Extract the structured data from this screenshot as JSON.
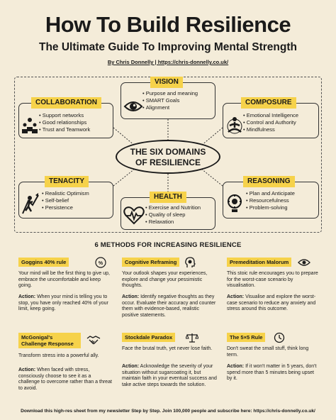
{
  "header": {
    "title": "How To Build Resilience",
    "subtitle": "The Ultimate Guide To Improving Mental Strength",
    "byline": "By Chris Donnelly | https://chris-donnelly.co.uk/"
  },
  "center": {
    "line1": "THE SIX DOMAINS",
    "line2": "OF RESILIENCE"
  },
  "domains": {
    "vision": {
      "label": "VISION",
      "items": [
        "Purpose and meaning",
        "SMART Goals",
        "Alignment"
      ],
      "icon": "eye-icon"
    },
    "collaboration": {
      "label": "COLLABORATION",
      "items": [
        "Support networks",
        "Good relationships",
        "Trust and Teamwork"
      ],
      "icon": "people-icon"
    },
    "composure": {
      "label": "COMPOSURE",
      "items": [
        "Emotional Intelligence",
        "Control and Authority",
        "Mindfulness"
      ],
      "icon": "meditation-icon"
    },
    "tenacity": {
      "label": "TENACITY",
      "items": [
        "Realistic Optimism",
        "Self-belief",
        "Persistence"
      ],
      "icon": "climber-icon"
    },
    "health": {
      "label": "HEALTH",
      "items": [
        "Exercise and Nutrition",
        "Quality of sleep",
        "Relaxation"
      ],
      "icon": "heartbeat-icon"
    },
    "reasoning": {
      "label": "REASONING",
      "items": [
        "Plan and Anticipate",
        "Resourcefulness",
        "Problem-solving"
      ],
      "icon": "lightbulb-gear-icon"
    }
  },
  "methods_title": "6 METHODS FOR INCREASING RESILIENCE",
  "action_label": "Action:",
  "methods": [
    {
      "label": "Goggins 40% rule",
      "icon": "percent-icon",
      "desc": "Your mind will be the first thing to give up, embrace the uncomfortable and keep going.",
      "action": "When your mind is telling you to stop, you have only reached 40% of your limit, keep going."
    },
    {
      "label": "Cognitive Reframing",
      "icon": "head-gear-icon",
      "desc": "Your outlook shapes your experiences, explore and change your pessimistic thoughts.",
      "action": "Identify negative thoughts as they occur. Evaluate their accuracy and counter them with evidence-based, realistic positive statements."
    },
    {
      "label": "Premeditation Malorum",
      "icon": "eye-icon",
      "desc": "This stoic rule encourages you to prepare for the worst-case scenario by visualisation.",
      "action": "Visualise and explore the worst-case scenario to reduce any anxiety and stress around this outcome."
    },
    {
      "label": "McGonigal's Challenge Response",
      "icon": "handshake-icon",
      "desc": "Transform stress into a powerful ally.",
      "action": "When faced with stress, consciously choose to see it as a challenge to overcome rather than a threat to avoid."
    },
    {
      "label": "Stockdale Paradox",
      "icon": "balance-icon",
      "desc": "Face the brutal truth, yet never lose faith.",
      "action": "Acknowledge the severity of your situation without sugarcoating it, but maintain faith in your eventual success and take active steps towards the solution."
    },
    {
      "label": "The 5×5 Rule",
      "icon": "clock-icon",
      "desc": "Don't sweat the small stuff, think long term.",
      "action": "If it won't matter in 5 years, don't spend more than 5 minutes being upset by it."
    }
  ],
  "footer": "Download this high-res sheet from my newsletter Step by Step. Join 100,000 people and subscribe here: https://chris-donnelly.co.uk/",
  "colors": {
    "background": "#f4ecd9",
    "accent": "#f6d24a",
    "ink": "#1a1a1a"
  }
}
